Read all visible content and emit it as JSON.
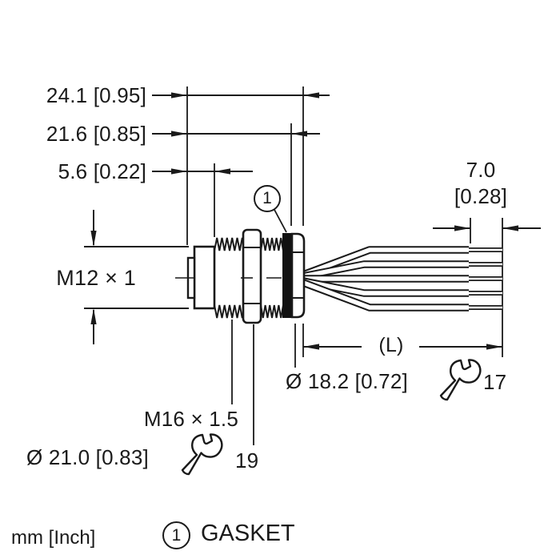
{
  "drawing": {
    "dim_overall": {
      "label": "24.1 [0.95]"
    },
    "dim_to_gasket": {
      "label": "21.6 [0.85]"
    },
    "dim_front": {
      "label": "5.6 [0.22]"
    },
    "dim_strip": {
      "value": "7.0",
      "inches": "[0.28]"
    },
    "thread_front": {
      "label": "M12 × 1"
    },
    "thread_rear": {
      "label": "M16 × 1.5"
    },
    "cable_length": {
      "label": "(L)"
    },
    "dia_gasket": {
      "label": "Ø 18.2 [0.72]"
    },
    "wrench_rear": {
      "size": "17"
    },
    "dia_nut": {
      "label": "Ø 21.0 [0.83]"
    },
    "wrench_nut": {
      "size": "19"
    },
    "callout": {
      "number": "1"
    },
    "icons": {
      "wrench": "open-end-wrench"
    },
    "colors": {
      "line": "#1a1a1a",
      "gasket_fill": "#111111",
      "background": "#ffffff"
    }
  },
  "legend": {
    "units": "mm [Inch]",
    "callout_number": "1",
    "callout_label": "GASKET"
  }
}
